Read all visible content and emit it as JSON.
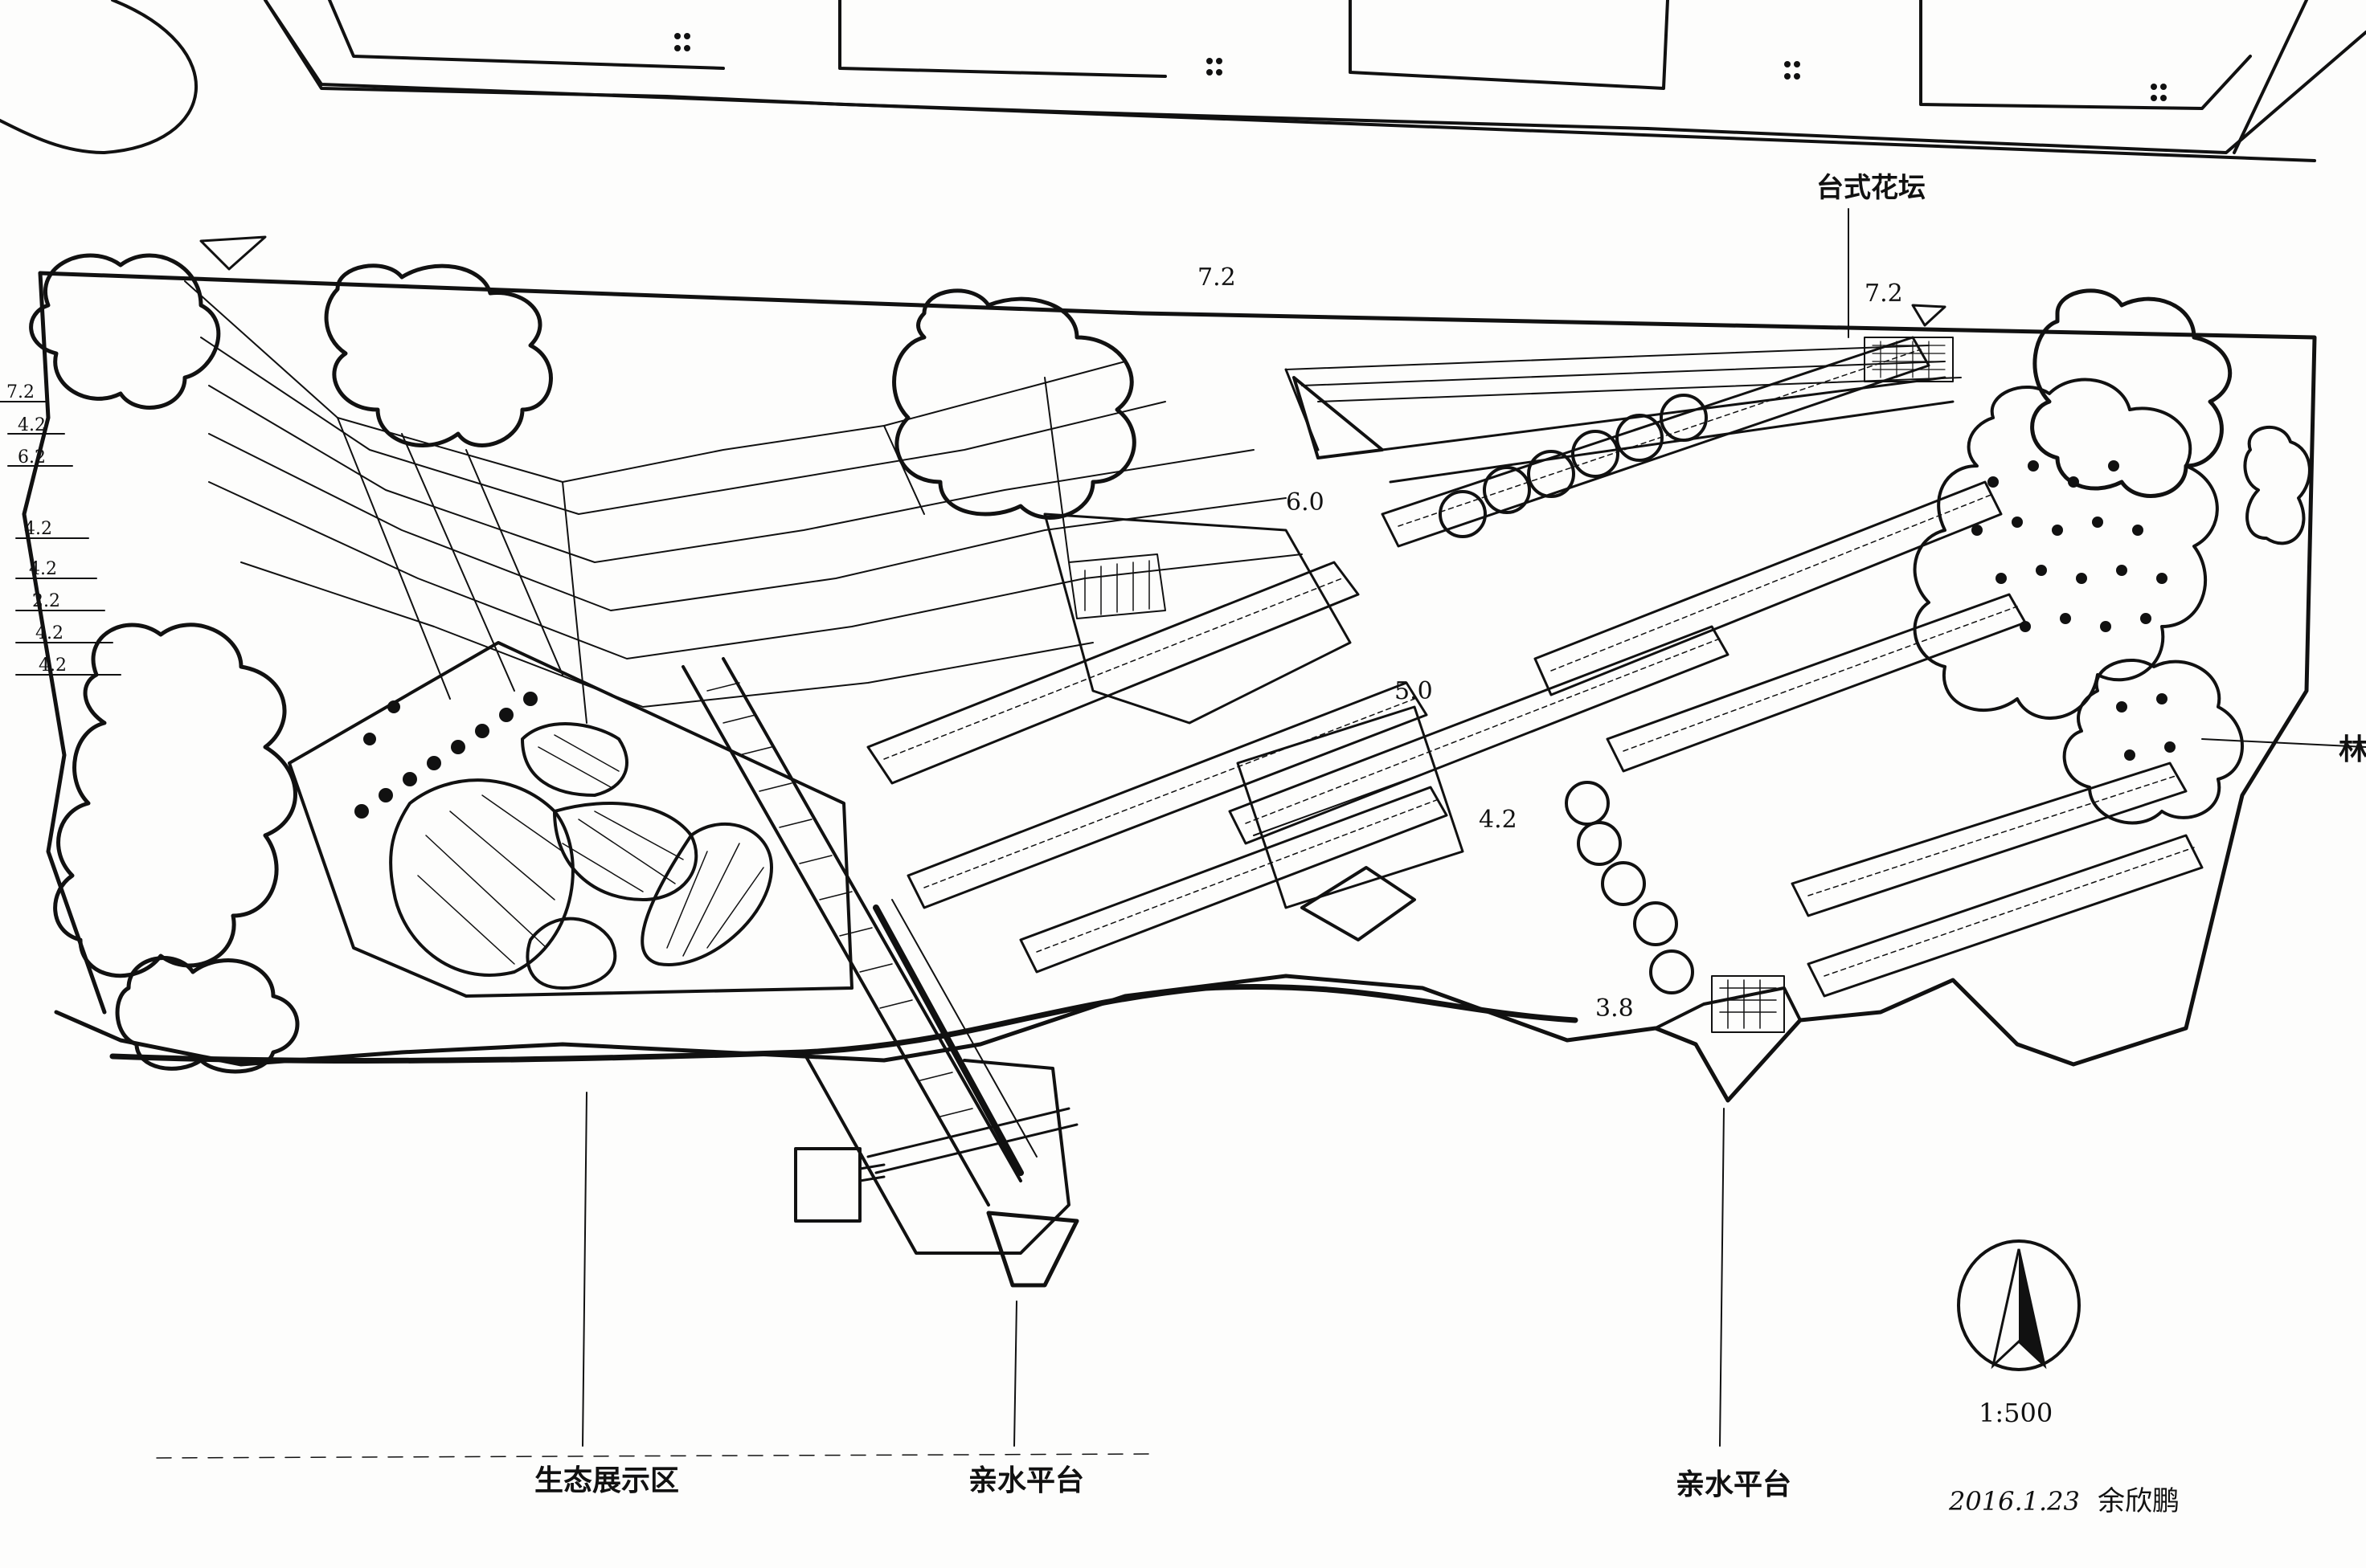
{
  "labels": {
    "eco_zone": "生态展示区",
    "water_platform_left": "亲水平台",
    "water_platform_right": "亲水平台",
    "terrace_plaza": "台式花坛",
    "right_edge_partial": "林"
  },
  "elevations": {
    "top_left": "7.2",
    "top_right": "7.2",
    "mid_a": "6.0",
    "mid_b": "5.0",
    "mid_c": "4.2",
    "lower": "3.8"
  },
  "left_elevations": [
    "7.2",
    "4.2",
    "6.2",
    "4.2",
    "4.2",
    "2.2",
    "4.2",
    "4.2"
  ],
  "scale_text": "1:500",
  "signature": {
    "date": "2016.1.23",
    "author": "余欣鹏"
  },
  "colors": {
    "ink": "#111111",
    "paper": "#fdfdfc"
  }
}
